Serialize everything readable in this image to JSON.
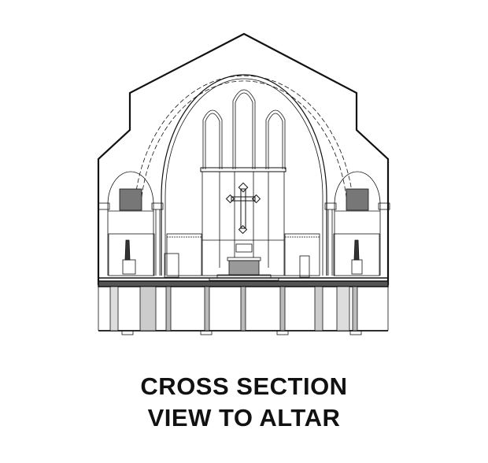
{
  "title": {
    "line1": "CROSS SECTION",
    "line2": "VIEW TO ALTAR"
  },
  "drawing": {
    "subject": "church-cross-section",
    "line_color": "#111111",
    "annotations_legible": false
  }
}
